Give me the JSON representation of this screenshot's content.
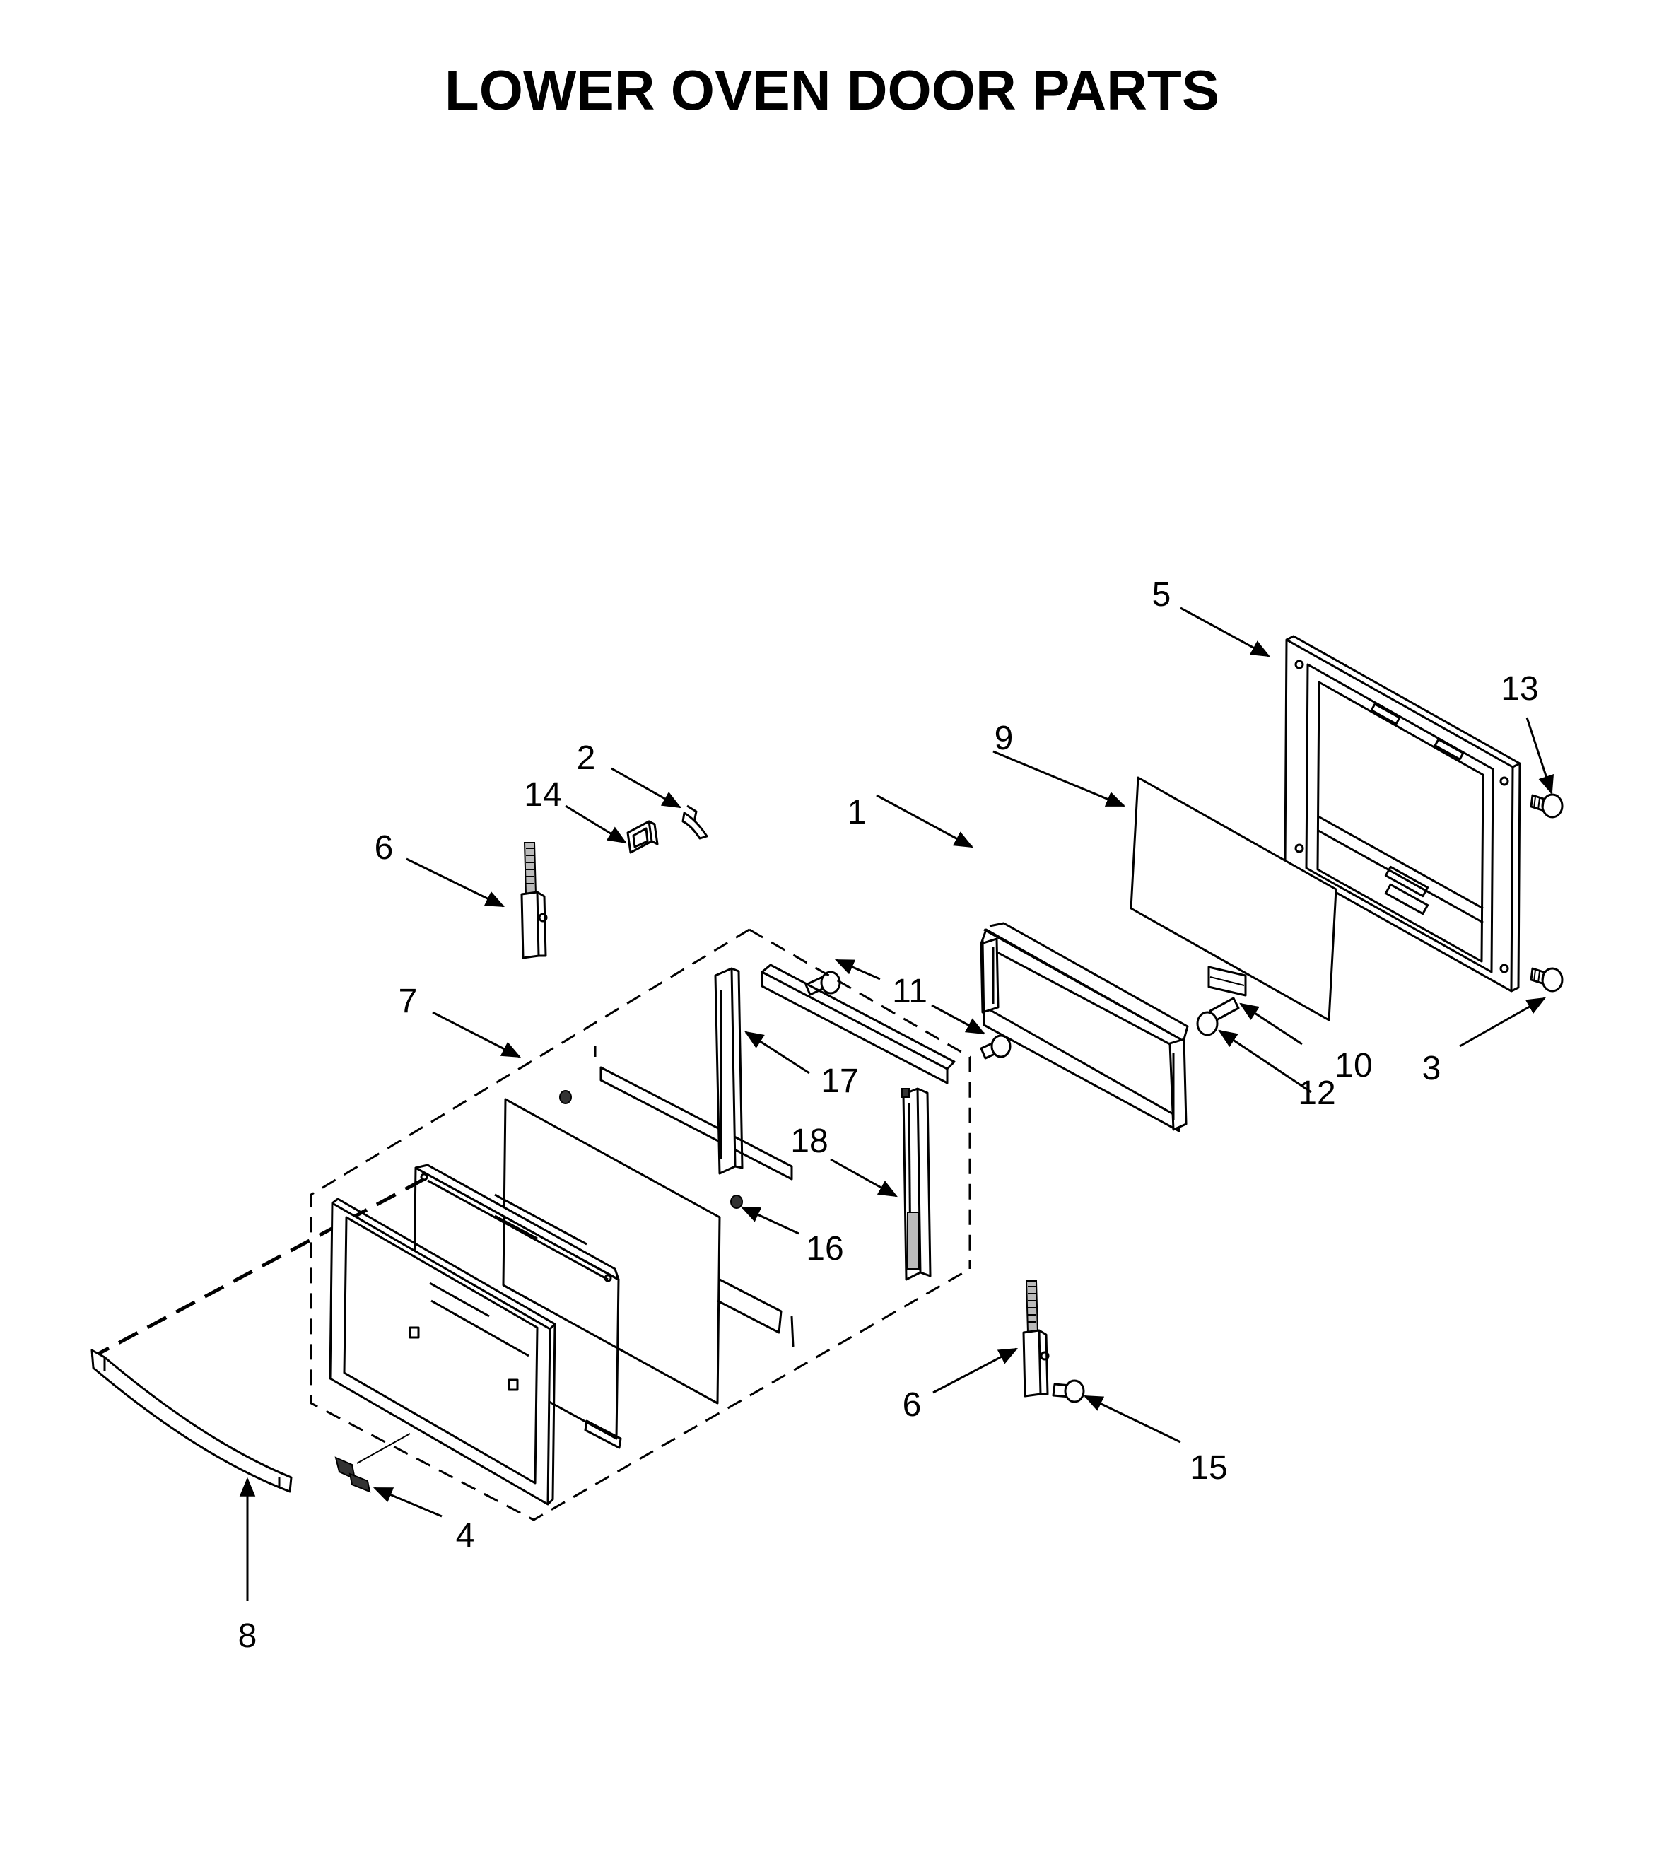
{
  "title": "LOWER OVEN DOOR PARTS",
  "callouts": {
    "c1": "1",
    "c2": "2",
    "c3": "3",
    "c4": "4",
    "c5": "5",
    "c6a": "6",
    "c6b": "6",
    "c7": "7",
    "c8": "8",
    "c9": "9",
    "c10": "10",
    "c11": "11",
    "c12": "12",
    "c13": "13",
    "c14": "14",
    "c15": "15",
    "c16": "16",
    "c17": "17",
    "c18": "18"
  },
  "icons": {
    "arrow": "arrowhead"
  }
}
